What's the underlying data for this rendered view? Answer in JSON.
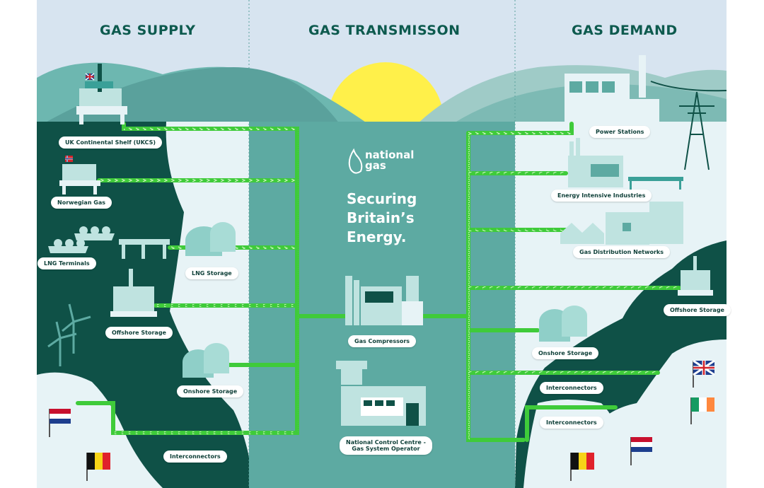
{
  "headings": {
    "supply": "GAS SUPPLY",
    "transmission": "GAS TRANSMISSON",
    "demand": "GAS DEMAND"
  },
  "brand": {
    "line1": "national",
    "line2": "gas",
    "tagline1": "Securing",
    "tagline2": "Britain’s",
    "tagline3": "Energy."
  },
  "supply": {
    "ukcs": "UK Continental Shelf (UKCS)",
    "norwegian": "Norwegian Gas",
    "lng_terminals": "LNG Terminals",
    "lng_storage": "LNG Storage",
    "offshore_storage": "Offshore Storage",
    "onshore_storage": "Onshore Storage",
    "interconnectors": "Interconnectors"
  },
  "transmission": {
    "compressors": "Gas Compressors",
    "control_line1": "National Control Centre -",
    "control_line2": "Gas System Operator"
  },
  "demand": {
    "power": "Power Stations",
    "industries": "Energy Intensive Industries",
    "distribution": "Gas Distribution Networks",
    "offshore_storage": "Offshore Storage",
    "onshore_storage": "Onshore Storage",
    "interconnectors_1": "Interconnectors",
    "interconnectors_2": "Interconnectors"
  },
  "colors": {
    "sky": "#d7e4f0",
    "sun": "#fff04a",
    "deep_teal": "#0f5147",
    "mid_teal": "#5daaa2",
    "pipe": "#3fcb3a",
    "ice": "#e7f3f6",
    "heading": "#0d5a4e"
  }
}
